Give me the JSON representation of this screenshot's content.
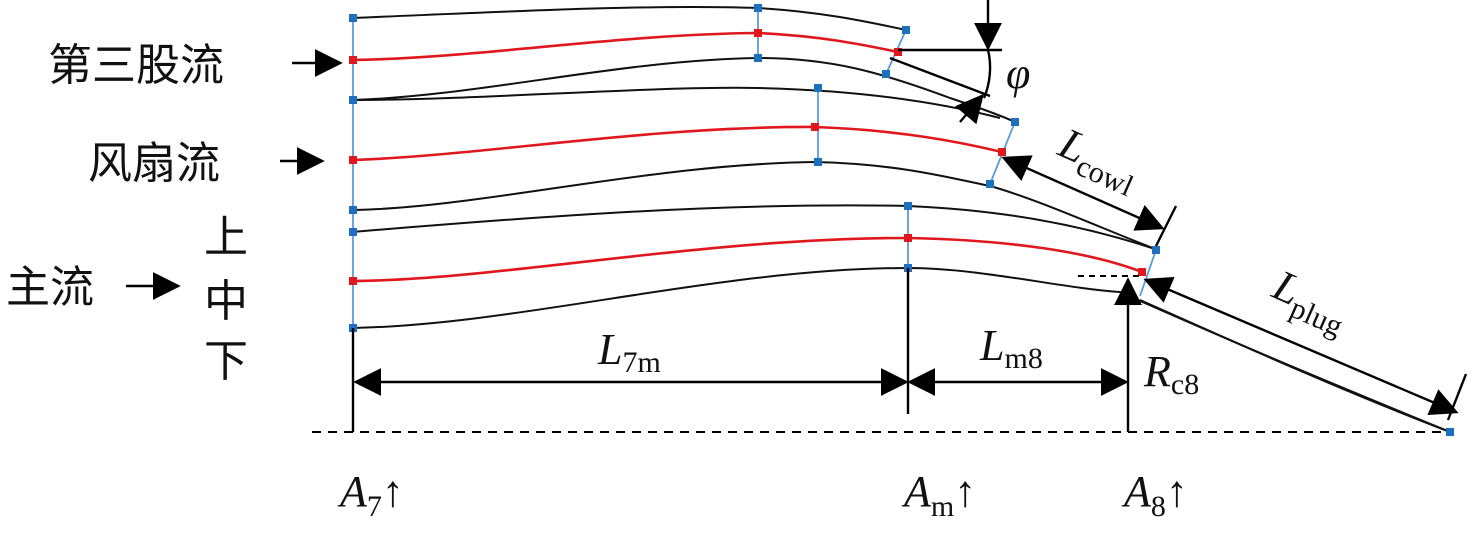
{
  "streams": {
    "third": "第三股流",
    "fan": "风扇流",
    "core": "主流"
  },
  "positions": {
    "upper": "上",
    "middle": "中",
    "lower": "下"
  },
  "labels": {
    "phi": "φ",
    "l_cowl": {
      "main": "L",
      "sub": "cowl"
    },
    "l_plug": {
      "main": "L",
      "sub": "plug"
    },
    "l_7m": {
      "main": "L",
      "sub": "7m"
    },
    "l_m8": {
      "main": "L",
      "sub": "m8"
    },
    "r_c8": {
      "main": "R",
      "sub": "c8"
    },
    "a_7": {
      "main": "A",
      "sub": "7"
    },
    "a_m": {
      "main": "A",
      "sub": "m"
    },
    "a_8": {
      "main": "A",
      "sub": "8"
    },
    "up_arrow": "↑"
  },
  "colors": {
    "wall_line": "#111111",
    "mid_line": "#e0181d",
    "station_line": "#5b9bd5",
    "point": "#1f6fbf",
    "red_point": "#e0181d"
  }
}
